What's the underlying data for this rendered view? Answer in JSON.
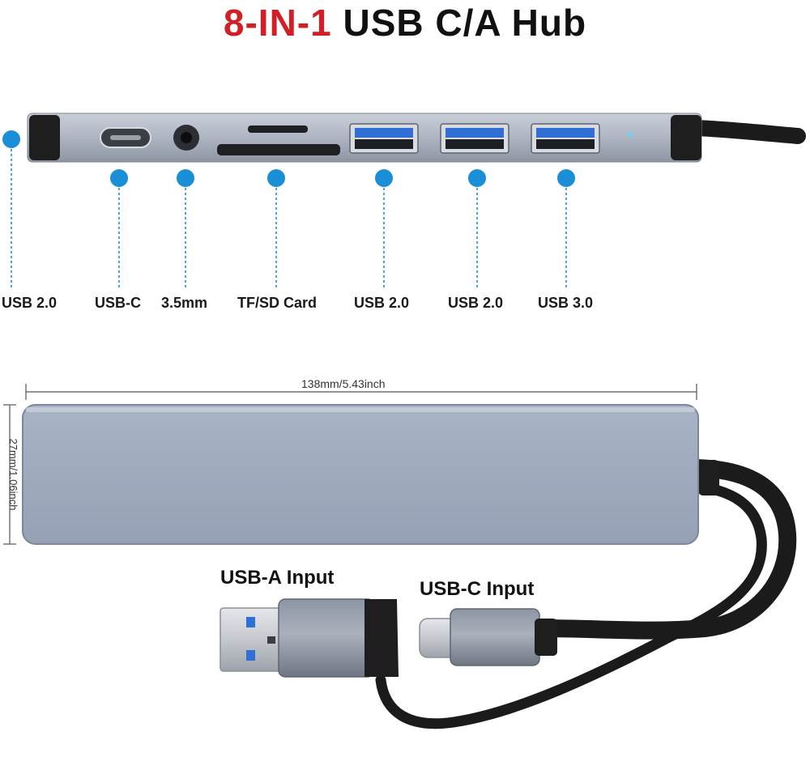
{
  "title": {
    "accent": "8-IN-1",
    "rest": "USB C/A Hub"
  },
  "ports": [
    {
      "label": "USB 2.0"
    },
    {
      "label": "USB-C"
    },
    {
      "label": "3.5mm"
    },
    {
      "label": "TF/SD Card"
    },
    {
      "label": "USB 2.0"
    },
    {
      "label": "USB 2.0"
    },
    {
      "label": "USB 3.0"
    }
  ],
  "dimensions": {
    "width_label": "138mm/5.43inch",
    "height_label": "27mm/1.06inch"
  },
  "inputs": {
    "usb_a_label": "USB-A Input",
    "usb_c_label": "USB-C Input"
  },
  "colors": {
    "accent_red": "#d01f26",
    "marker_blue": "#1a8fd8",
    "hub_gray": "#9aa3b4",
    "usb3_blue": "#2f6fd6",
    "cable_black": "#1b1b1b"
  }
}
